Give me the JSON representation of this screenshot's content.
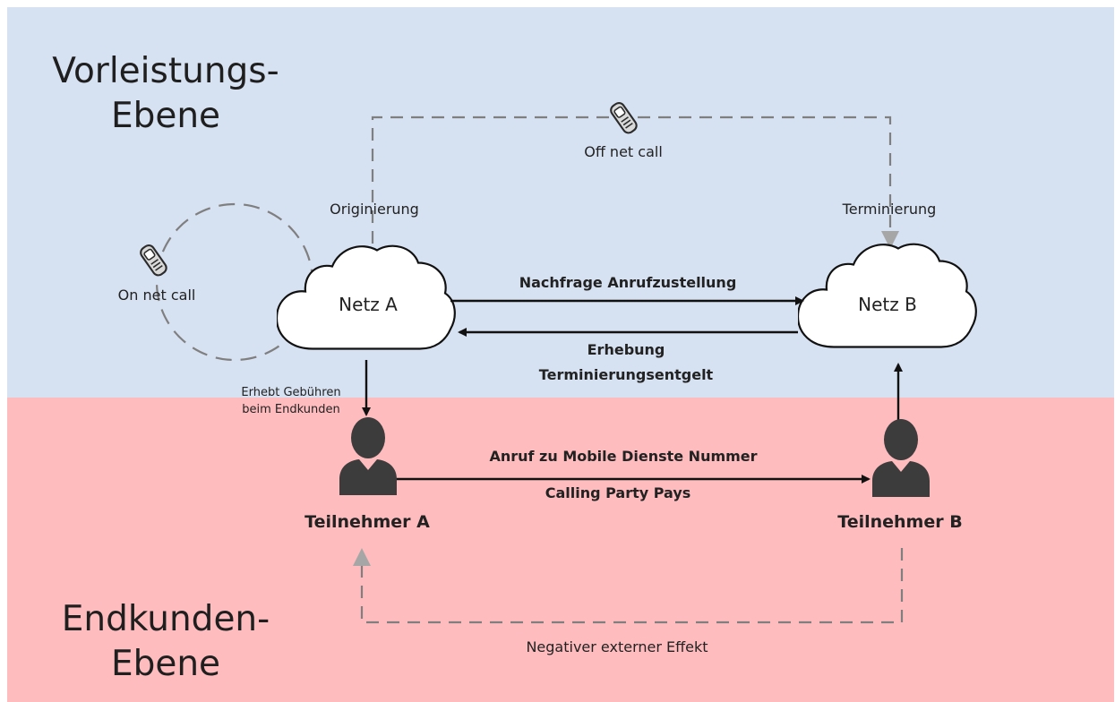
{
  "colors": {
    "wholesale_bg": "#d6e1f1",
    "retail_bg": "#ffbcbe",
    "arrow_solid": "#111111",
    "arrow_dashed": "#7f7f7f",
    "person": "#3c3c3c"
  },
  "layers": {
    "wholesale": {
      "line1": "Vorleistungs-",
      "line2": "Ebene"
    },
    "retail": {
      "line1": "Endkunden-",
      "line2": "Ebene"
    }
  },
  "networks": {
    "a": {
      "label": "Netz A"
    },
    "b": {
      "label": "Netz B"
    }
  },
  "calls": {
    "off_net": {
      "label": "Off net call",
      "icon": "phone-icon"
    },
    "on_net": {
      "label": "On net call",
      "icon": "phone-icon"
    },
    "origination": "Originierung",
    "termination": "Terminierung"
  },
  "flows": {
    "demand": "Nachfrage Anrufzustellung",
    "charge_line1": "Erhebung",
    "charge_line2": "Terminierungsentgelt",
    "billing_line1": "Erhebt Gebühren",
    "billing_line2": "beim Endkunden",
    "call_line1": "Anruf zu Mobile Dienste Nummer",
    "call_line2": "Calling Party Pays",
    "externality": "Negativer externer Effekt"
  },
  "subscribers": {
    "a": {
      "label": "Teilnehmer A",
      "icon": "person-icon"
    },
    "b": {
      "label": "Teilnehmer B",
      "icon": "person-icon"
    }
  }
}
